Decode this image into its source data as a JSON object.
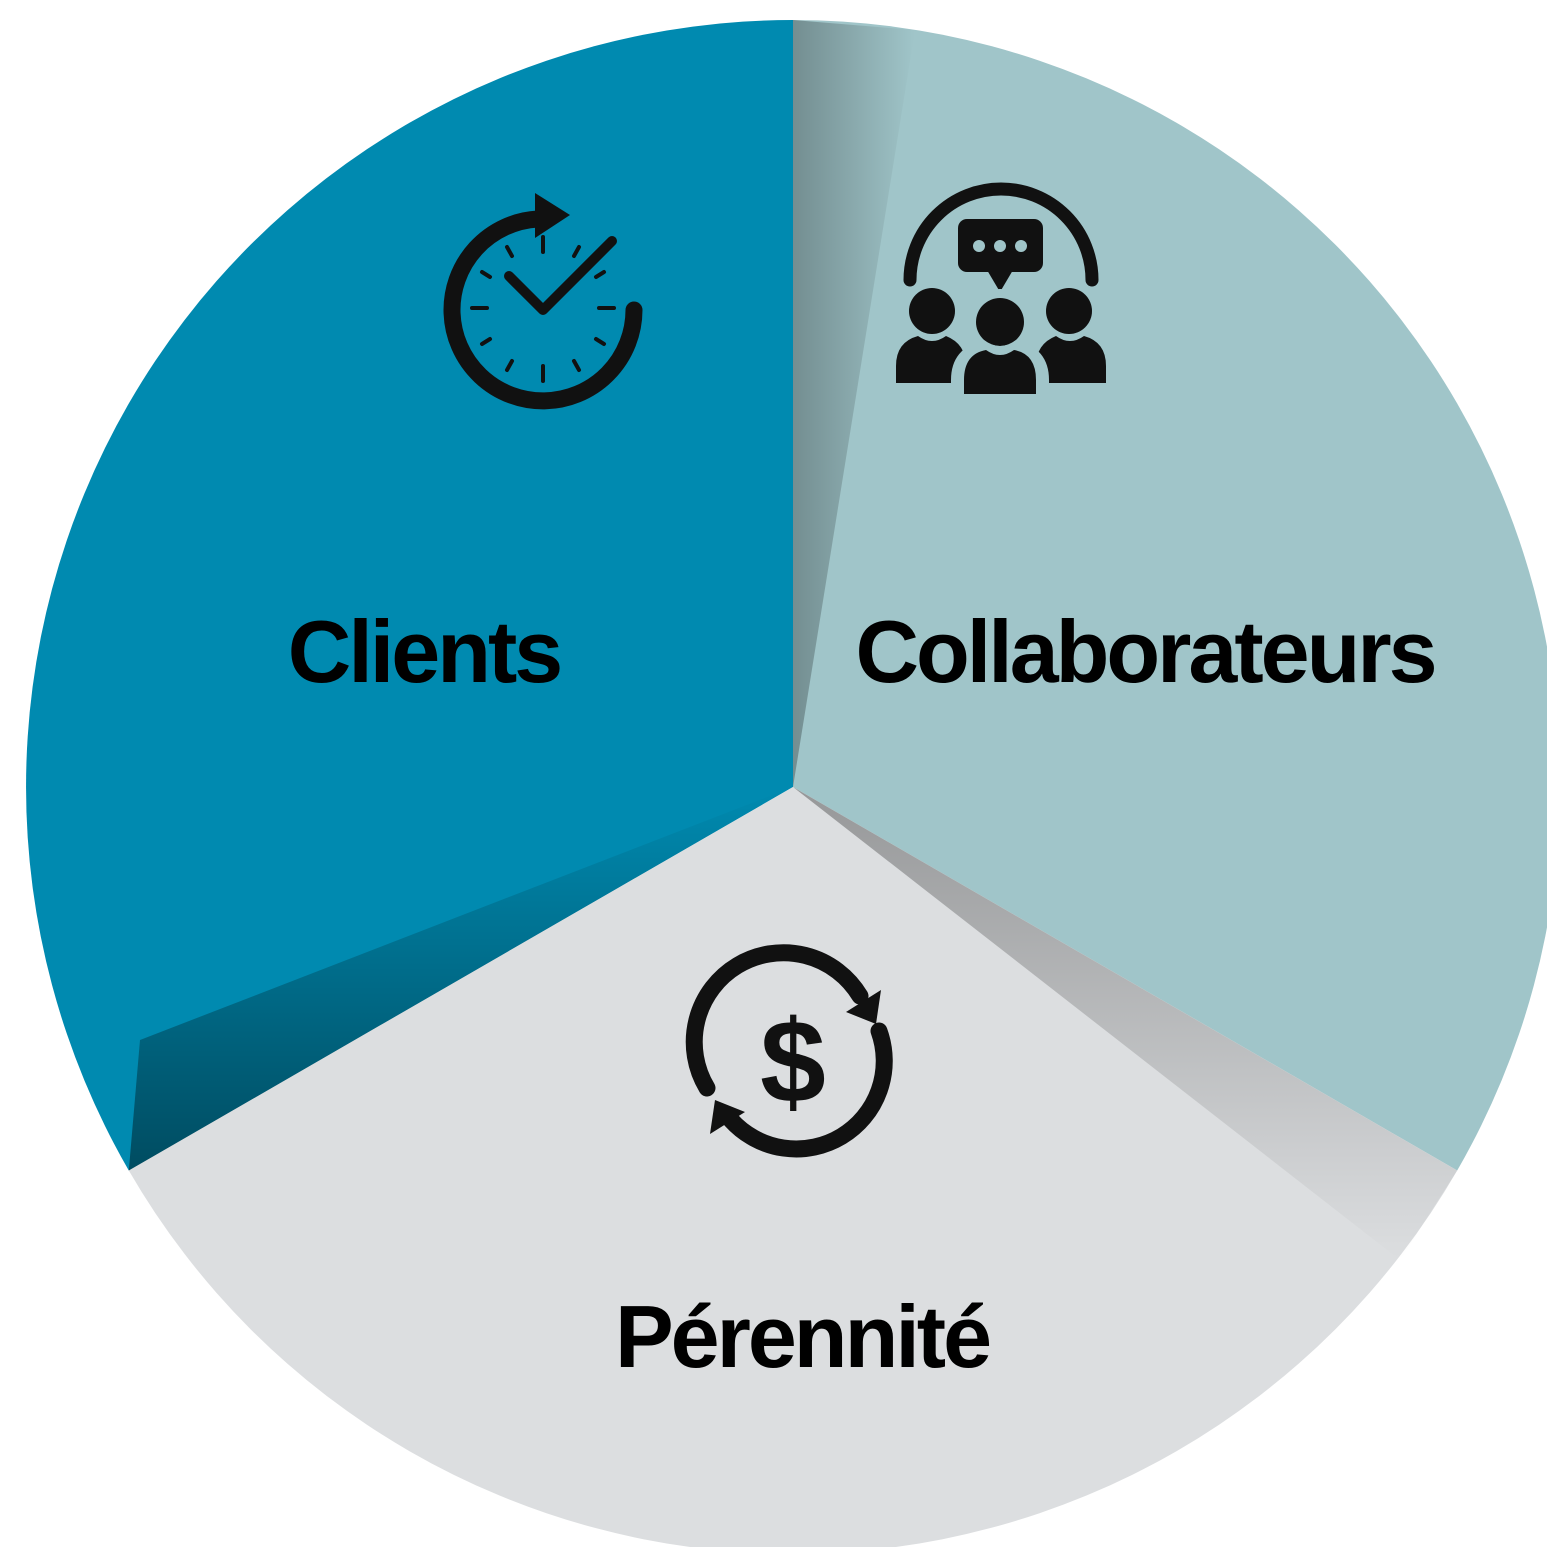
{
  "segments": [
    {
      "id": "clients",
      "label": "Clients",
      "icon": "clock-check-icon",
      "color": "#008AB0"
    },
    {
      "id": "collaborateurs",
      "label": "Collaborateurs",
      "icon": "team-chat-icon",
      "color": "#A0C5C9"
    },
    {
      "id": "perennite",
      "label": "Pérennité",
      "icon": "dollar-cycle-icon",
      "color": "#DCDEE0"
    }
  ]
}
